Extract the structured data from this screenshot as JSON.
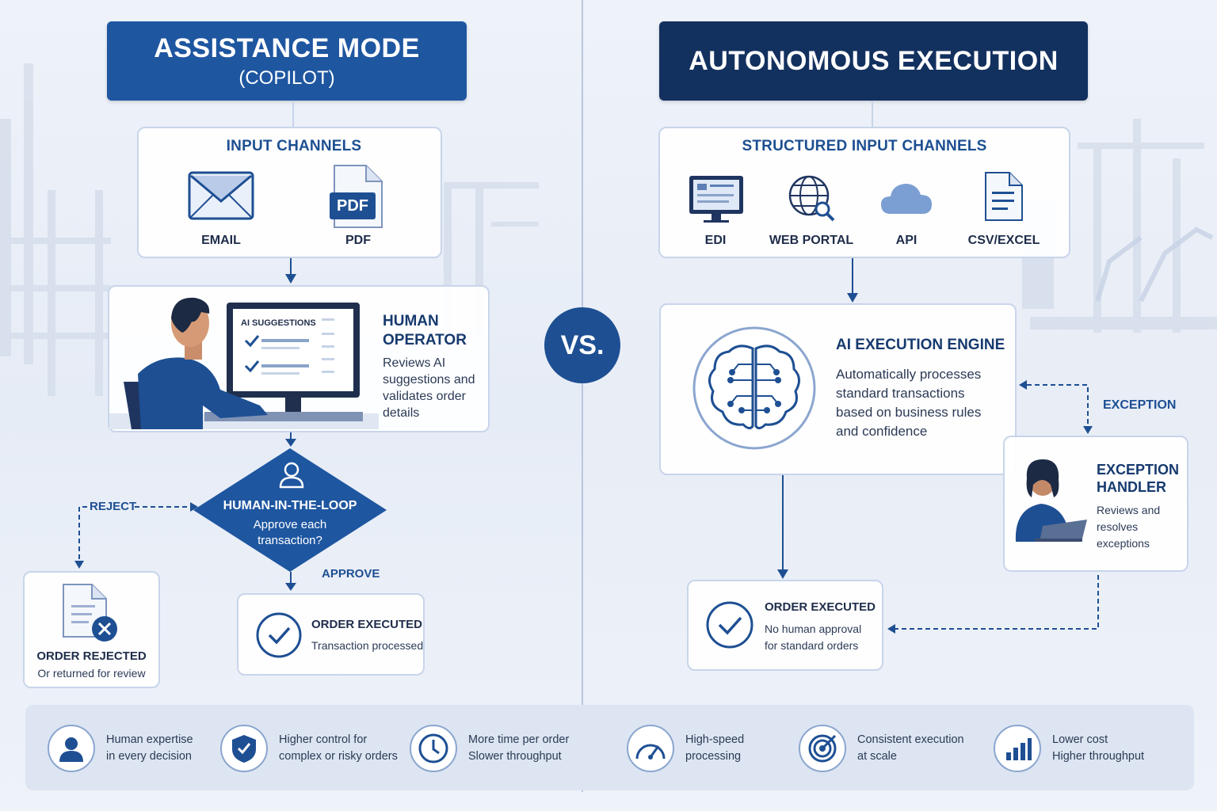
{
  "left": {
    "title_main": "ASSISTANCE MODE",
    "title_sub": "(COPILOT)",
    "input_title": "INPUT CHANNELS",
    "channels": [
      "EMAIL",
      "PDF"
    ],
    "pdf_badge": "PDF",
    "monitor_label": "AI SUGGESTIONS",
    "operator_title_1": "HUMAN",
    "operator_title_2": "OPERATOR",
    "operator_desc": [
      "Reviews AI",
      "suggestions and",
      "validates order",
      "details"
    ],
    "decision_title": "HUMAN-IN-THE-LOOP",
    "decision_q1": "Approve each",
    "decision_q2": "transaction?",
    "reject_label": "REJECT",
    "approve_label": "APPROVE",
    "rejected_title": "ORDER REJECTED",
    "rejected_desc": "Or returned for review",
    "executed_title": "ORDER EXECUTED",
    "executed_desc": "Transaction processed"
  },
  "vs_label": "VS.",
  "right": {
    "title_main": "AUTONOMOUS EXECUTION",
    "input_title": "STRUCTURED INPUT CHANNELS",
    "channels": [
      "EDI",
      "WEB PORTAL",
      "API",
      "CSV/EXCEL"
    ],
    "engine_title": "AI EXECUTION ENGINE",
    "engine_desc": [
      "Automatically processes",
      "standard transactions",
      "based on business rules",
      "and confidence"
    ],
    "exception_label": "EXCEPTION",
    "handler_title_1": "EXCEPTION",
    "handler_title_2": "HANDLER",
    "handler_desc": [
      "Reviews and",
      "resolves",
      "exceptions"
    ],
    "executed_title": "ORDER EXECUTED",
    "executed_desc_1": "No human approval",
    "executed_desc_2": "for standard orders"
  },
  "benefits_left": [
    {
      "icon": "person-icon",
      "line1": "Human expertise",
      "line2": "in every decision"
    },
    {
      "icon": "shield-check-icon",
      "line1": "Higher control for",
      "line2": "complex or risky orders"
    },
    {
      "icon": "clock-icon",
      "line1": "More time per order",
      "line2": "Slower throughput"
    }
  ],
  "benefits_right": [
    {
      "icon": "speedometer-icon",
      "line1": "High-speed",
      "line2": "processing"
    },
    {
      "icon": "target-icon",
      "line1": "Consistent execution",
      "line2": "at scale"
    },
    {
      "icon": "bar-chart-icon",
      "line1": "Lower cost",
      "line2": "Higher throughput"
    }
  ],
  "colors": {
    "primary": "#1e4f93",
    "dark_navy": "#13315f",
    "panel_border": "#c8d5ea",
    "background": "#edf1f8"
  }
}
